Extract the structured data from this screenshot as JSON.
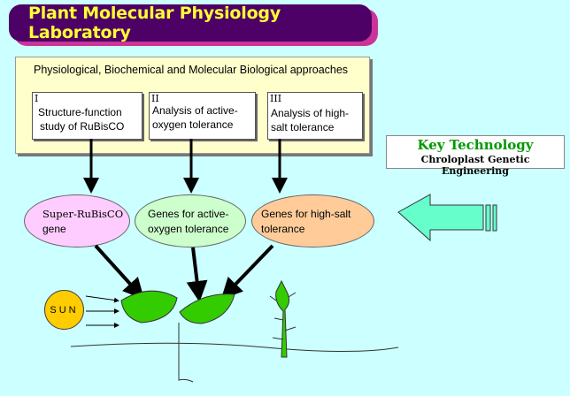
{
  "title": "Plant Molecular Physiology Laboratory",
  "approaches": {
    "heading": "Physiological, Biochemical and Molecular Biological approaches",
    "items": [
      {
        "numeral": "I",
        "line1": "Structure-function",
        "line2": "study of RuBisCO"
      },
      {
        "numeral": "II",
        "line1": "Analysis of active-",
        "line2": "oxygen tolerance"
      },
      {
        "numeral": "III",
        "line1": "Analysis of high-",
        "line2": "salt tolerance"
      }
    ]
  },
  "genes": [
    {
      "line1": "Super-RuBisCO",
      "line2": "gene",
      "color": "#ffccff"
    },
    {
      "line1": "Genes for active-",
      "line2": "oxygen tolerance",
      "color": "#ccffcc"
    },
    {
      "line1": "Genes for high-salt",
      "line2": "tolerance",
      "color": "#ffcc99"
    }
  ],
  "key_technology": {
    "title": "Key Technology",
    "subtitle": "Chroloplast Genetic Engineering",
    "arrow_color": "#66ffcc"
  },
  "sun_label": "SUN",
  "colors": {
    "background": "#ccffff",
    "banner": "#4d0066",
    "banner_shadow": "#cc3399",
    "banner_text": "#ffff33",
    "leaf": "#33cc00"
  }
}
